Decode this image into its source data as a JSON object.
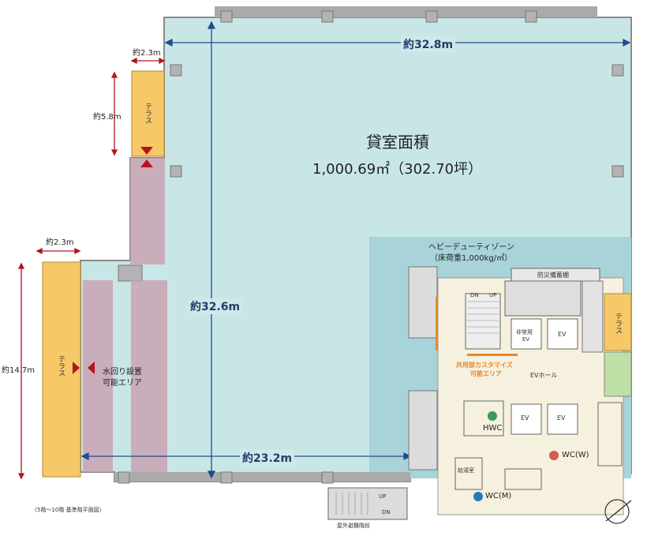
{
  "floor_area": {
    "title": "貸室面積",
    "value": "1,000.69㎡（302.70坪）"
  },
  "dimensions": {
    "width_top": "約32.8m",
    "height_main": "約32.6m",
    "width_bottom": "約23.2m",
    "terrace_top_width": "約2.3m",
    "terrace_top_height": "約5.8m",
    "terrace_left_width": "約2.3m",
    "terrace_left_height": "約14.7m"
  },
  "labels": {
    "terrace": "テラス",
    "water_area_line1": "水回り設置",
    "water_area_line2": "可能エリア",
    "heavy_duty_line1": "ヘビーデューティゾーン",
    "heavy_duty_line2": "（床荷重1,000kg/㎡）",
    "disaster_storage": "防災備蓄棚",
    "emergency_ev_line1": "非常用",
    "emergency_ev_line2": "EV",
    "ev": "EV",
    "ev_hall": "EVホール",
    "common_custom_line1": "共用部カスタマイズ",
    "common_custom_line2": "可能エリア",
    "hwc": "HWC",
    "wc_women": "WC(W)",
    "wc_men": "WC(M)",
    "kitchenette": "給湯室",
    "dn": "DN",
    "up": "UP",
    "outdoor_stairs": "屋外避難階段",
    "floor_note": "〈5階～10階 基準階平面図〉"
  },
  "colors": {
    "office": "#c9e6e6",
    "heavy_zone": "#a7d3d9",
    "terrace": "#f6c867",
    "water_area": "#c99fb0",
    "core": "#f6f0de",
    "wall": "#a9aaa9",
    "dim_blue": "#1f4c8e",
    "dim_red": "#b4141d",
    "custom_orange": "#e8892c",
    "green_planter": "#bfe0a5"
  }
}
